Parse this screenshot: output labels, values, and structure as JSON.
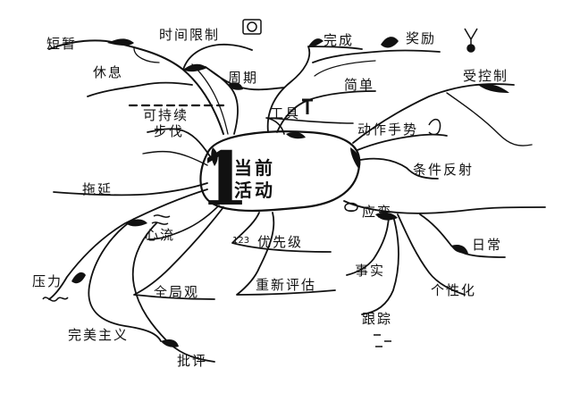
{
  "center": {
    "number": "1",
    "line1": "当前",
    "line2": "活动"
  },
  "labels": {
    "short": "短暂",
    "time_limit": "时间限制",
    "complete": "完成",
    "reward": "奖励",
    "rest": "休息",
    "period": "周期",
    "simple": "简单",
    "controlled": "受控制",
    "sustainable": "可持续",
    "pace": "步伐",
    "tool": "工具",
    "gesture": "动作手势",
    "reflex": "条件反射",
    "procrastinate": "拖延",
    "response": "应变",
    "flow": "心流",
    "priority_nums": "123",
    "priority": "优先级",
    "daily": "日常",
    "pressure": "压力",
    "fact": "事实",
    "overview": "全局观",
    "reassess": "重新评估",
    "personalize": "个性化",
    "perfectionism": "完美主义",
    "track": "跟踪",
    "criticism": "批评"
  },
  "colors": {
    "ink": "#111111",
    "background": "#ffffff"
  }
}
